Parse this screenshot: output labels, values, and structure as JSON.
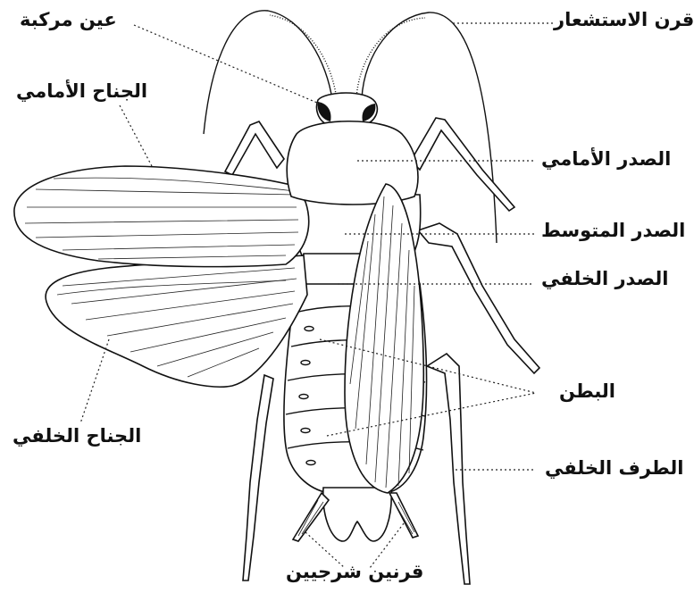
{
  "labels": {
    "compound_eye": "عين مركبة",
    "forewing": "الجناح الأمامي",
    "hindwing": "الجناح الخلفي",
    "antenna": "قرن الاستشعار",
    "prothorax": "الصدر الأمامي",
    "mesothorax": "الصدر المتوسط",
    "metathorax": "الصدر الخلفي",
    "abdomen": "البطن",
    "hind_leg": "الطرف الخلفي",
    "cerci": "قرنين شرجيين"
  },
  "colors": {
    "line": "#111111",
    "background": "#ffffff"
  }
}
